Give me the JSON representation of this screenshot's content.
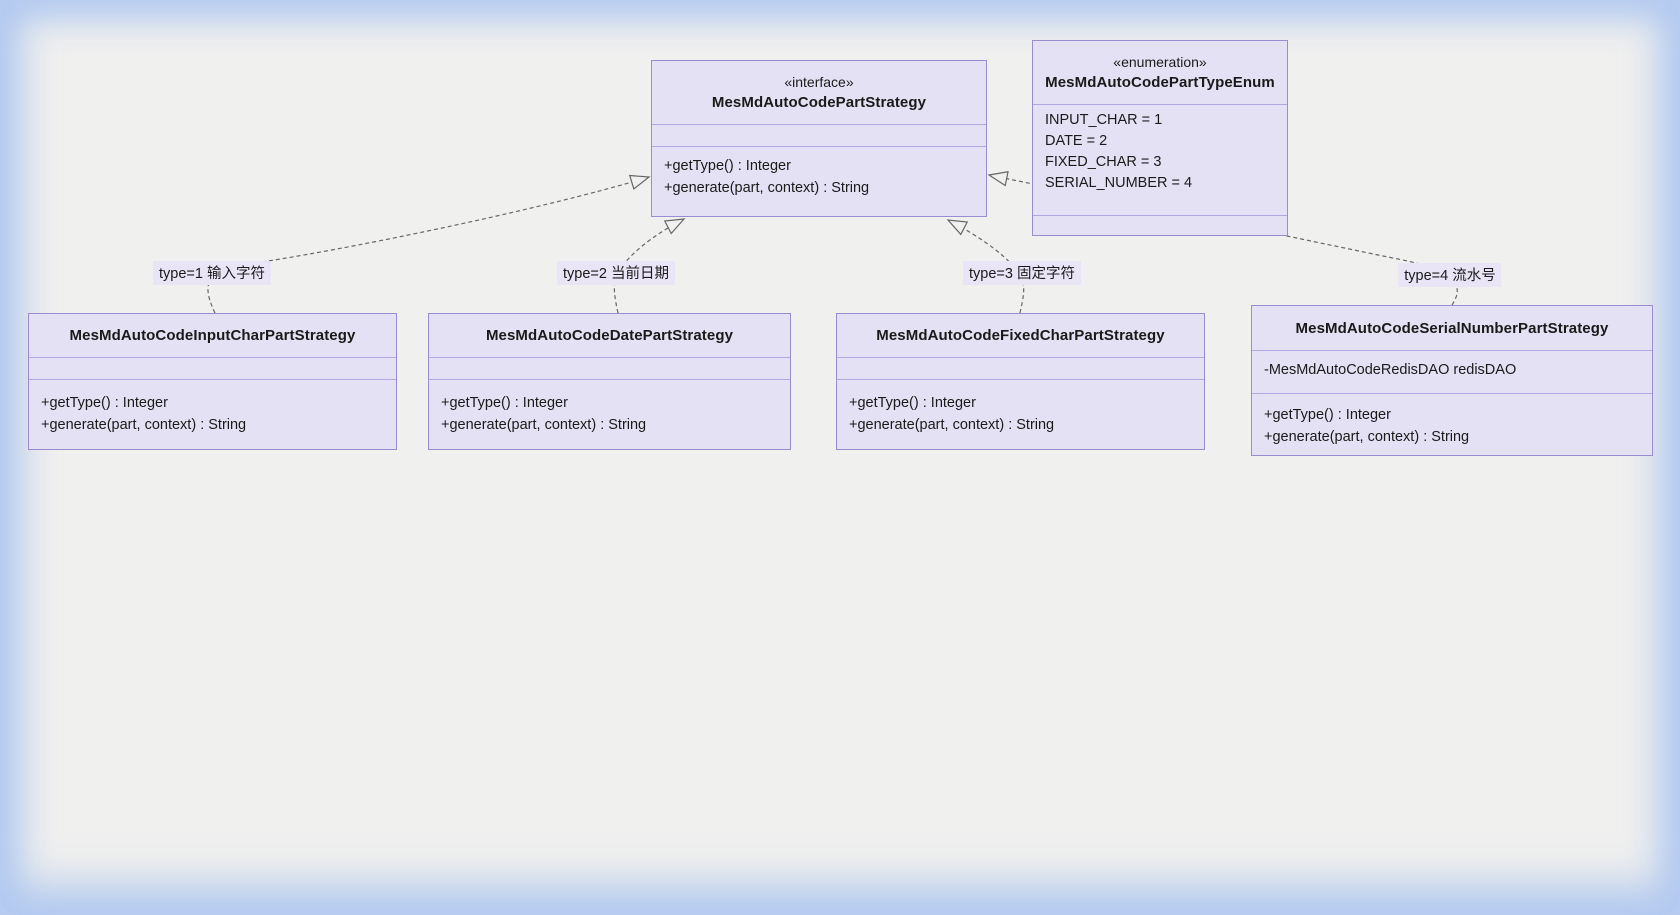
{
  "colors": {
    "background": "#f0f0ef",
    "frame_glow": "#b7cbf0",
    "box_fill": "#e5e1f4",
    "box_border": "#9b8cd0",
    "divider": "#b4a7e0",
    "connector": "#666666",
    "edge_label_bg": "#e9e5f7",
    "text": "#1a1a1a"
  },
  "interface": {
    "stereotype": "«interface»",
    "name": "MesMdAutoCodePartStrategy",
    "methods": [
      "+getType() : Integer",
      "+generate(part, context) : String"
    ]
  },
  "enumeration": {
    "stereotype": "«enumeration»",
    "name": "MesMdAutoCodePartTypeEnum",
    "values": [
      "INPUT_CHAR = 1",
      "DATE = 2",
      "FIXED_CHAR = 3",
      "SERIAL_NUMBER = 4"
    ]
  },
  "classes": [
    {
      "name": "MesMdAutoCodeInputCharPartStrategy",
      "label": "type=1 输入字符",
      "methods": [
        "+getType() : Integer",
        "+generate(part, context) : String"
      ]
    },
    {
      "name": "MesMdAutoCodeDatePartStrategy",
      "label": "type=2 当前日期",
      "methods": [
        "+getType() : Integer",
        "+generate(part, context) : String"
      ]
    },
    {
      "name": "MesMdAutoCodeFixedCharPartStrategy",
      "label": "type=3 固定字符",
      "methods": [
        "+getType() : Integer",
        "+generate(part, context) : String"
      ]
    },
    {
      "name": "MesMdAutoCodeSerialNumberPartStrategy",
      "label": "type=4 流水号",
      "attributes": [
        "-MesMdAutoCodeRedisDAO redisDAO"
      ],
      "methods": [
        "+getType() : Integer",
        "+generate(part, context) : String"
      ]
    }
  ]
}
